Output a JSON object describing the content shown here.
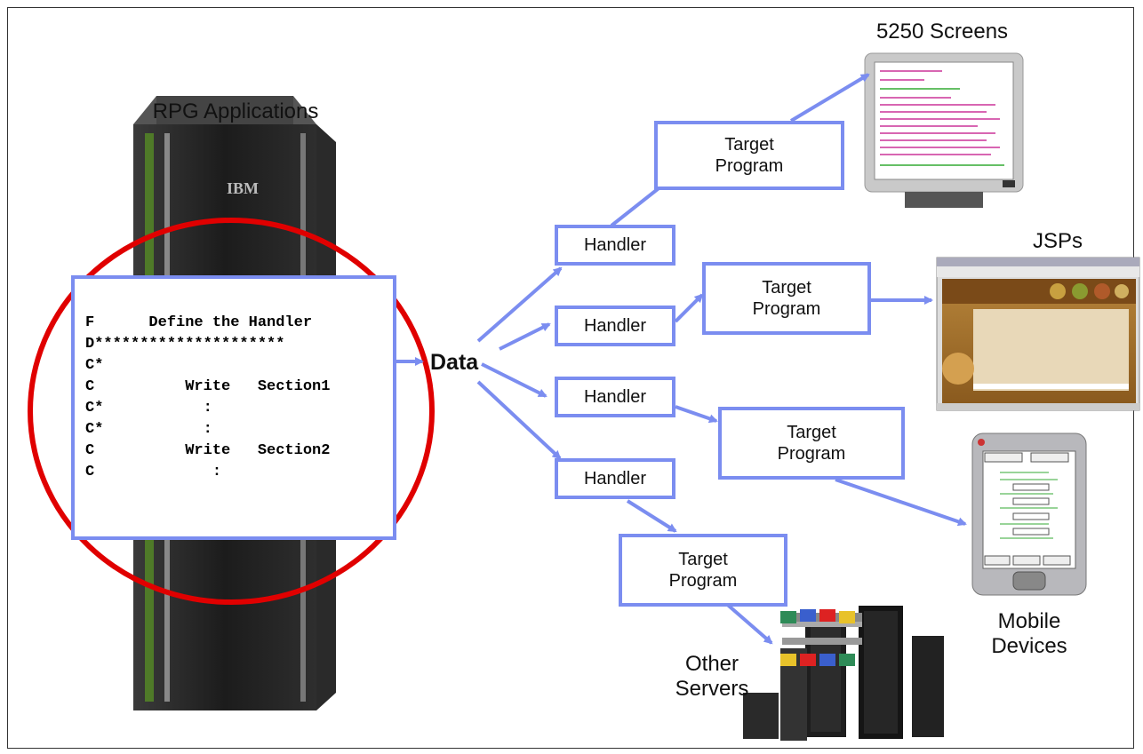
{
  "headings": {
    "rpg_applications": "RPG Applications",
    "screens_5250": "5250 Screens",
    "jsps": "JSPs",
    "mobile_devices_line1": "Mobile",
    "mobile_devices_line2": "Devices",
    "other_servers_line1": "Other",
    "other_servers_line2": "Servers"
  },
  "server_brand": "IBM",
  "code": {
    "lines": [
      "F      Define the Handler",
      "D*********************",
      "C*",
      "C          Write   Section1",
      "C*           :",
      "C*           :",
      "C          Write   Section2",
      "C             :"
    ]
  },
  "data_label": "Data",
  "handlers": [
    "Handler",
    "Handler",
    "Handler",
    "Handler"
  ],
  "target_programs": [
    {
      "line1": "Target",
      "line2": "Program"
    },
    {
      "line1": "Target",
      "line2": "Program"
    },
    {
      "line1": "Target",
      "line2": "Program"
    },
    {
      "line1": "Target",
      "line2": "Program"
    }
  ],
  "colors": {
    "arrow": "#7b8df0",
    "box_border": "#7b8df0",
    "circle": "#e00000"
  }
}
